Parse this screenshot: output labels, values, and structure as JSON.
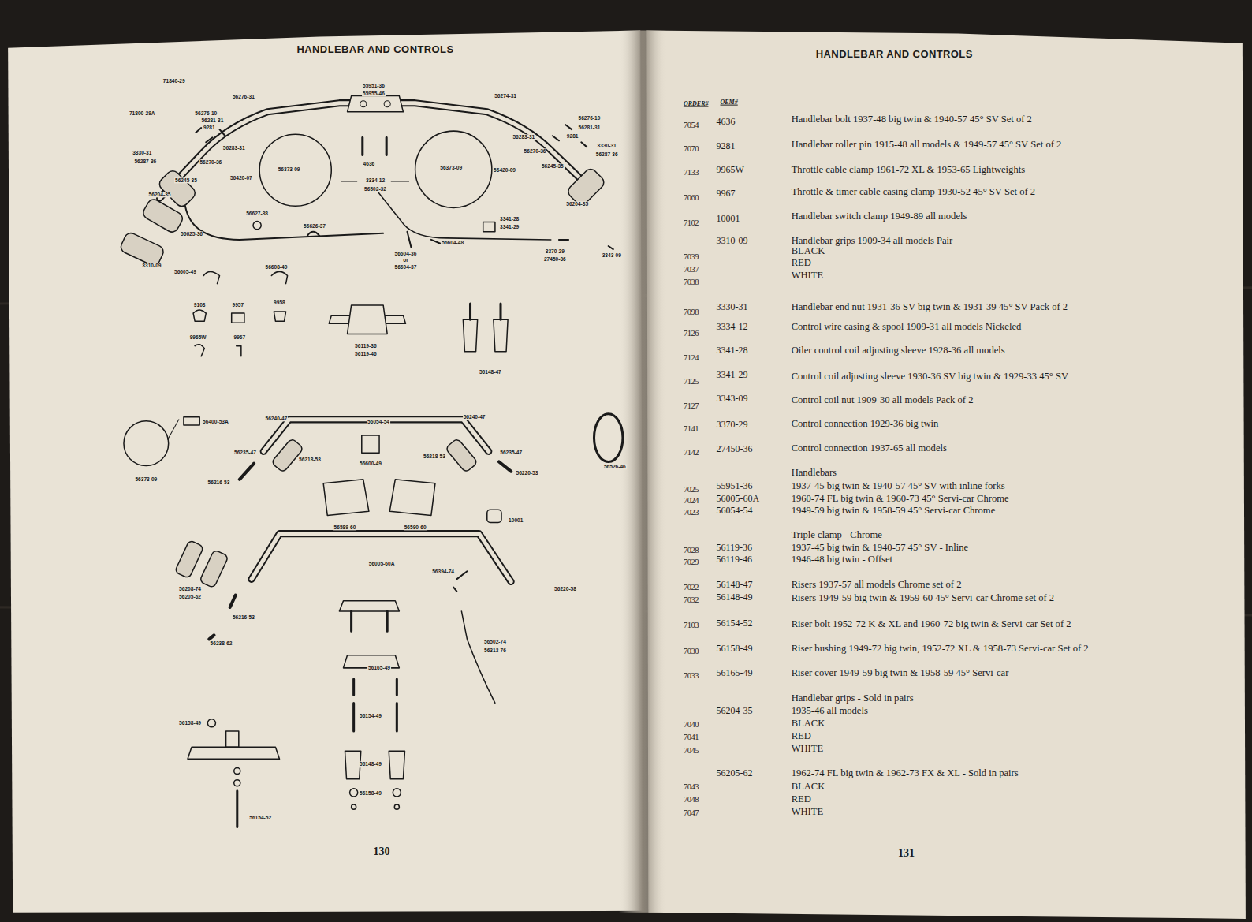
{
  "diagram": {
    "title": "HANDLEBAR AND CONTROLS",
    "labels": [
      "71840-29",
      "71800-29A",
      "56276-31",
      "55951-36",
      "55955-46",
      "56274-31",
      "56276-10",
      "56281-31",
      "9281",
      "56283-31",
      "3330-31",
      "56287-36",
      "56270-36",
      "56245-35",
      "56373-09",
      "56420-07",
      "4636",
      "56373-09",
      "56420-09",
      "3334-12",
      "56502-32",
      "56204-35",
      "56627-38",
      "56626-37",
      "56625-36",
      "3310-09",
      "56605-49",
      "56608-49",
      "56604-36",
      "or",
      "56604-37",
      "56604-48",
      "3341-28",
      "3341-29",
      "3370-29",
      "27450-36",
      "3343-09",
      "56276-10",
      "56281-31",
      "9281",
      "56283-31",
      "56270-36",
      "56245-35",
      "3330-31",
      "56287-36",
      "56204-35",
      "9103",
      "9957",
      "9958",
      "9965W",
      "9967",
      "56119-36",
      "56119-46",
      "56148-47",
      "56373-09",
      "56400-53A",
      "56240-47",
      "56054-54",
      "56240-47",
      "56235-47",
      "56218-53",
      "56600-49",
      "56218-53",
      "56235-47",
      "56216-53",
      "56220-53",
      "56526-46",
      "56589-60",
      "56590-60",
      "10001",
      "56005-60A",
      "56394-74",
      "56220-58",
      "56208-74",
      "56205-62",
      "56216-53",
      "56238-62",
      "56165-49",
      "56502-74",
      "56313-76",
      "56158-49",
      "56154-49",
      "56148-49",
      "56158-49",
      "56154-52",
      "130",
      "HANDLEBAR AND CONTROLS",
      "ORDER#",
      "OEM#",
      "7054",
      "4636",
      "Handlebar bolt 1937-48 big twin & 1940-57 45° SV  Set of 2",
      "7070",
      "9281",
      "Handlebar roller pin 1915-48 all models & 1949-57 45° SV  Set of 2",
      "7133",
      "9965W",
      "Throttle cable clamp 1961-72 XL & 1953-65 Lightweights",
      "7060",
      "9967",
      "Throttle & timer cable casing clamp 1930-52 45° SV  Set of 2",
      "7102",
      "10001",
      "Handlebar switch clamp 1949-89 all models",
      "3310-09",
      "Handlebar grips 1909-34 all models  Pair",
      "7039",
      "BLACK",
      "7037",
      "RED",
      "7038",
      "WHITE",
      "7098",
      "3330-31",
      "Handlebar end nut 1931-36 SV big twin & 1931-39 45° SV  Pack of 2",
      "7126",
      "3334-12",
      "Control wire casing & spool 1909-31 all models  Nickeled",
      "7124",
      "3341-28",
      "Oiler control coil adjusting sleeve 1928-36 all models",
      "7125",
      "3341-29",
      "Control coil adjusting sleeve 1930-36 SV big twin & 1929-33 45° SV",
      "7127",
      "3343-09",
      "Control coil nut 1909-30 all models  Pack of 2",
      "7141",
      "3370-29",
      "Control connection 1929-36 big twin",
      "7142",
      "27450-36",
      "Control connection 1937-65 all models",
      "Handlebars",
      "7025",
      "55951-36",
      "1937-45 big twin & 1940-57 45° SV with inline forks",
      "7024",
      "56005-60A",
      "1960-74 FL big twin & 1960-73 45° Servi-car  Chrome",
      "7023",
      "56054-54",
      "1949-59 big twin & 1958-59 45° Servi-car  Chrome",
      "Triple clamp - Chrome",
      "7028",
      "56119-36",
      "1937-45 big twin & 1940-57 45° SV - Inline",
      "7029",
      "56119-46",
      "1946-48 big twin - Offset",
      "7022",
      "56148-47",
      "Risers  1937-57 all models  Chrome set of 2",
      "7032",
      "56148-49",
      "Risers  1949-59 big twin & 1959-60 45° Servi-car  Chrome set of 2",
      "7103",
      "56154-52",
      "Riser bolt 1952-72 K & XL and 1960-72 big twin & Servi-car  Set of 2",
      "7030",
      "56158-49",
      "Riser bushing 1949-72 big twin, 1952-72 XL & 1958-73 Servi-car  Set of 2",
      "7033",
      "56165-49",
      "Riser cover 1949-59 big twin & 1958-59 45° Servi-car",
      "Handlebar grips - Sold in pairs",
      "56204-35",
      "1935-46 all models",
      "7040",
      "BLACK",
      "7041",
      "RED",
      "7045",
      "WHITE",
      "56205-62",
      "1962-74 FL big twin & 1962-73 FX & XL - Sold in pairs",
      "7043",
      "BLACK",
      "7048",
      "RED",
      "7047",
      "WHITE",
      "131"
    ]
  }
}
